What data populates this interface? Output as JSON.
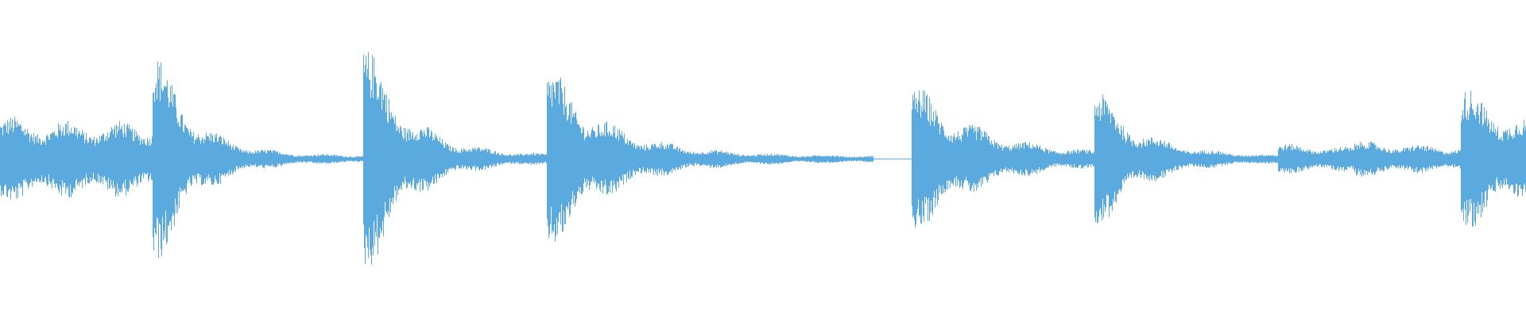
{
  "waveform": {
    "color": "#5aaae0",
    "background": "#ffffff",
    "onsets": [
      {
        "t": 0.0,
        "peak": 0.14,
        "decay": 0.03,
        "sustain": 0.12,
        "attack_pre": 0.12
      },
      {
        "t": 0.1,
        "peak": 0.4,
        "decay": 0.025,
        "sustain": 0.012
      },
      {
        "t": 0.238,
        "peak": 0.42,
        "decay": 0.028,
        "sustain": 0.012
      },
      {
        "t": 0.358,
        "peak": 0.32,
        "decay": 0.04,
        "sustain": 0.01
      },
      {
        "t": 0.597,
        "peak": 0.26,
        "decay": 0.045,
        "sustain": 0.01
      },
      {
        "t": 0.717,
        "peak": 0.25,
        "decay": 0.03,
        "sustain": 0.01
      },
      {
        "t": 0.837,
        "peak": 0.05,
        "decay": 0.1,
        "sustain": 0.02
      },
      {
        "t": 0.887,
        "peak": 0.06,
        "decay": 0.1,
        "sustain": 0.018
      },
      {
        "t": 0.957,
        "peak": 0.25,
        "decay": 0.05,
        "sustain": 0.04
      }
    ],
    "silence_gaps": [
      {
        "start": 0.572,
        "end": 0.597
      }
    ]
  }
}
